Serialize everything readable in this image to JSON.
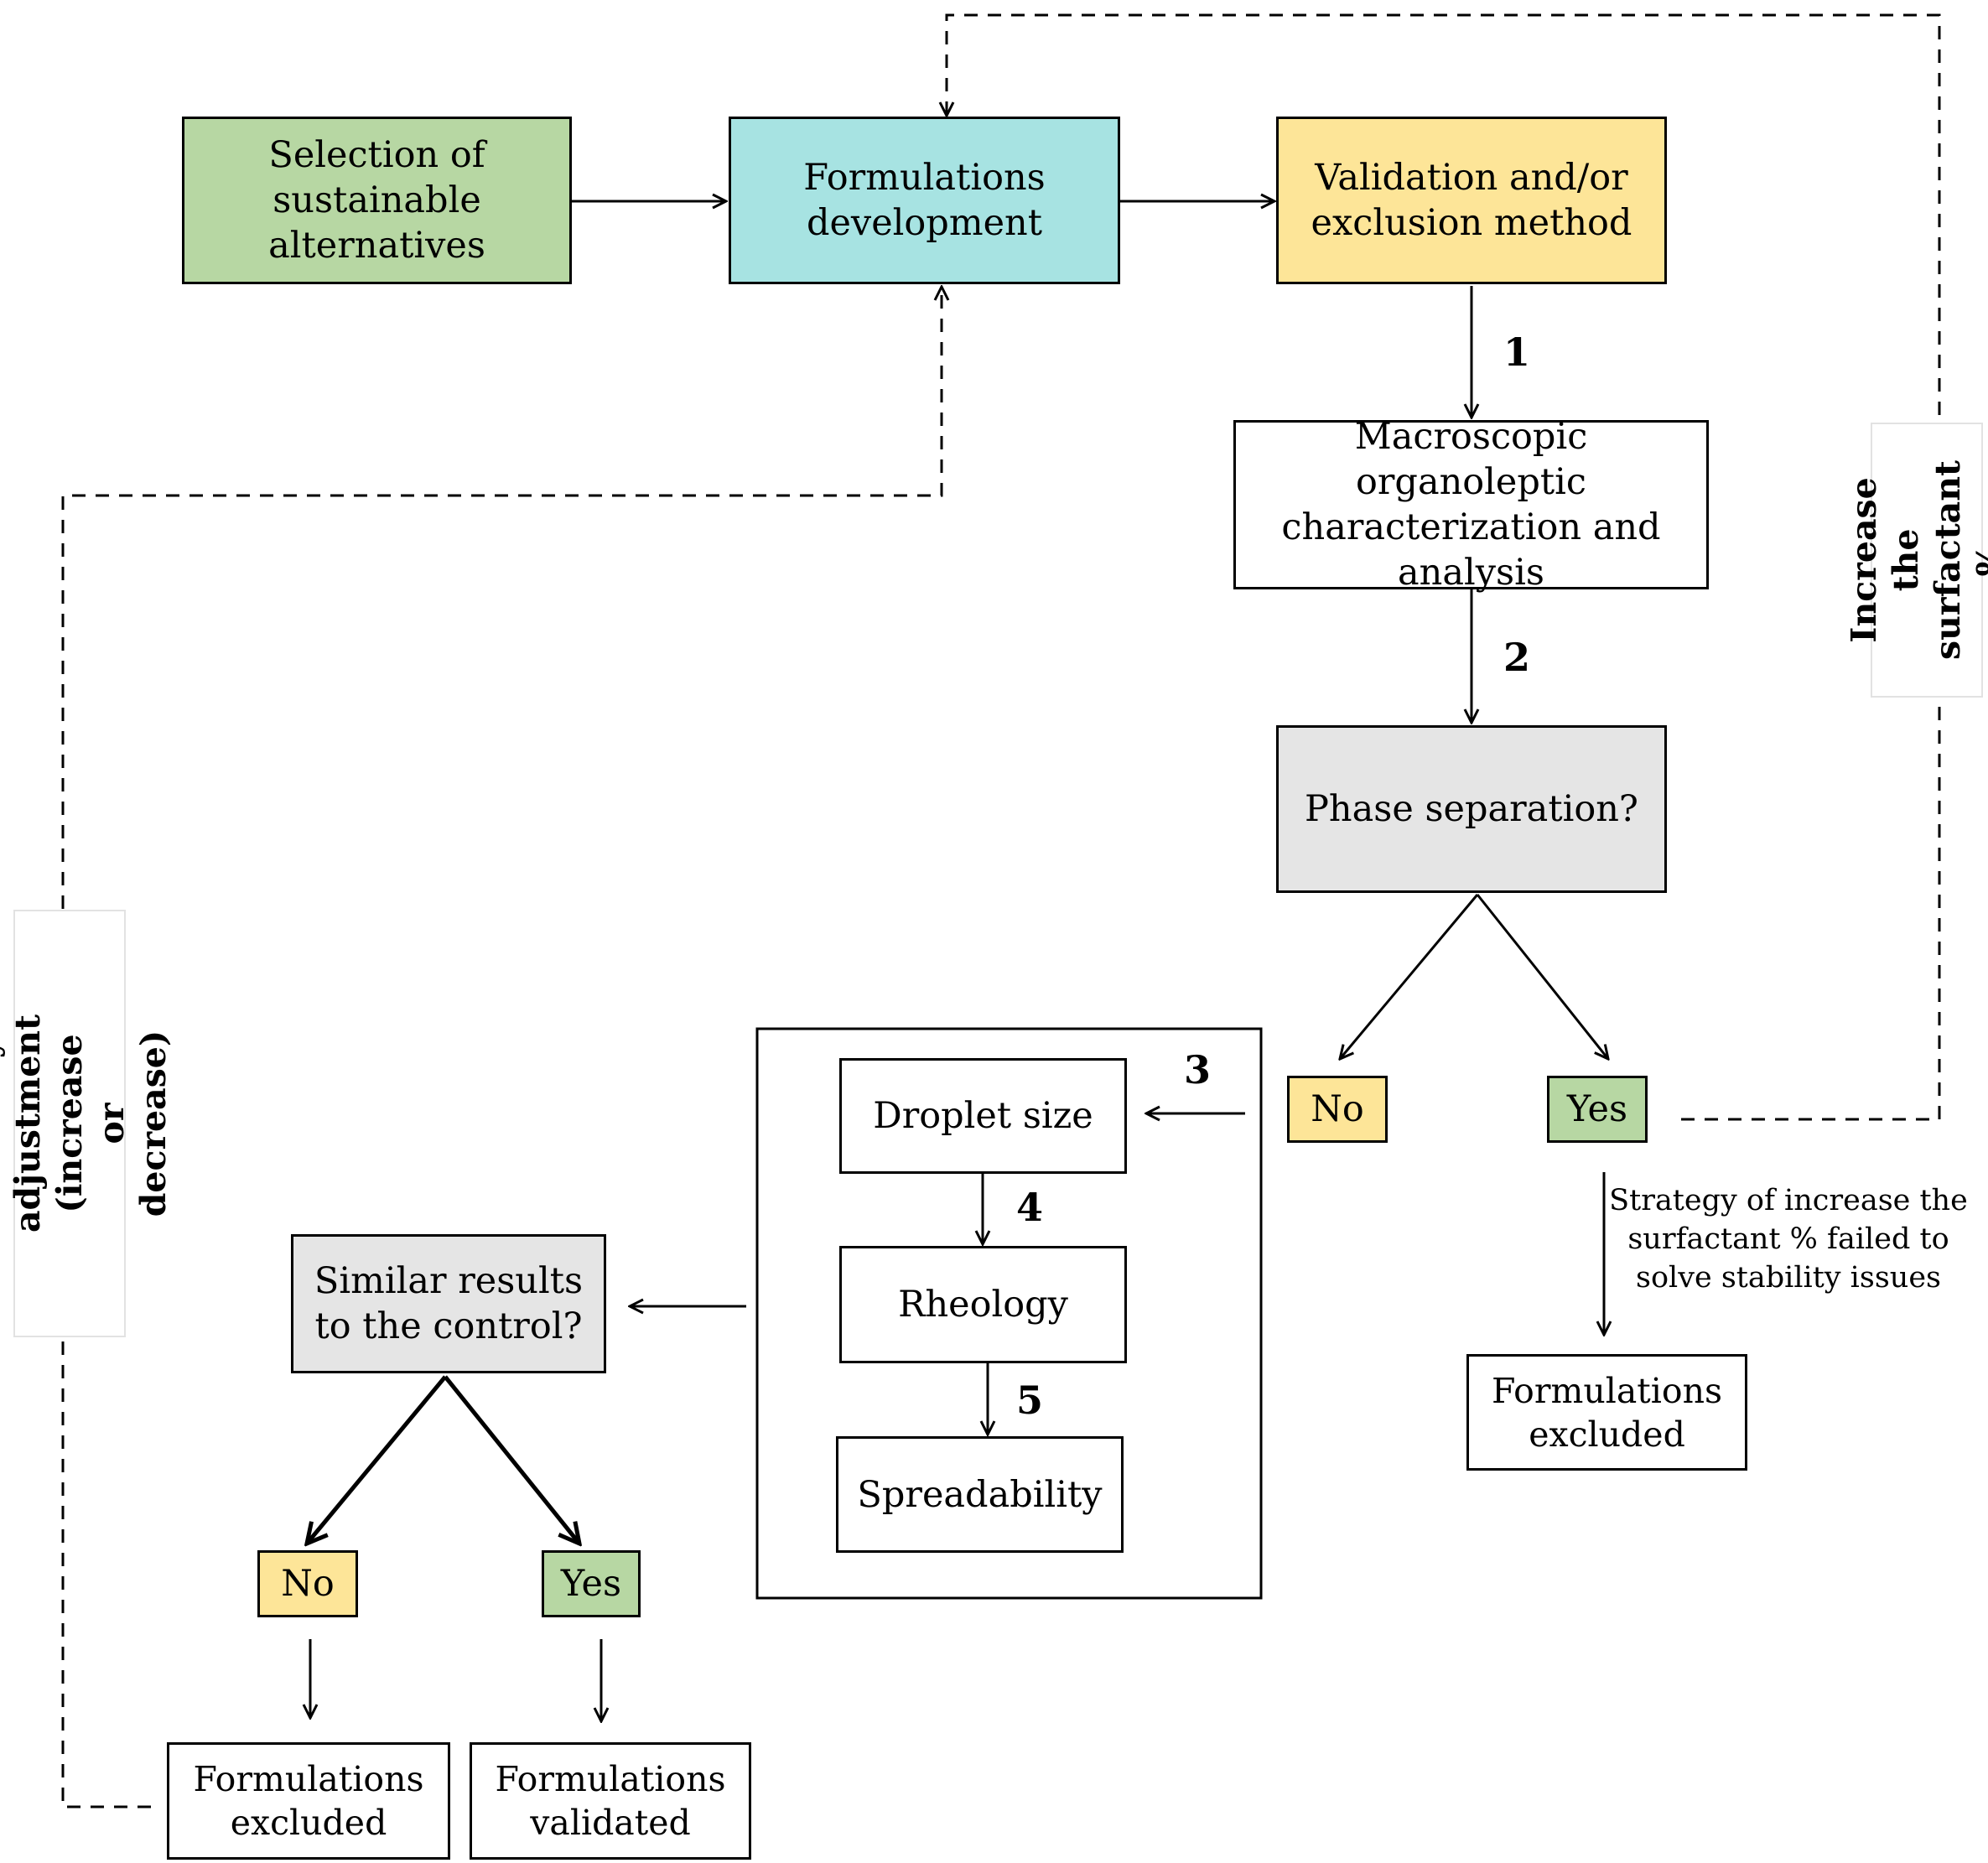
{
  "colors": {
    "green": "#b7d7a3",
    "cyan": "#a7e3e2",
    "yellow": "#fde598",
    "gray": "#e5e5e5",
    "white": "#ffffff",
    "line": "#000000"
  },
  "nodes": {
    "selection": "Selection of\nsustainable\nalternatives",
    "development": "Formulations\ndevelopment",
    "validation": "Validation and/or\nexclusion method",
    "macroscopic": "Macroscopic organoleptic\ncharacterization and\nanalysis",
    "phase": "Phase separation?",
    "phase_no": "No",
    "phase_yes": "Yes",
    "droplet": "Droplet size",
    "rheology": "Rheology",
    "spreadability": "Spreadability",
    "similar": "Similar results\nto the control?",
    "similar_no": "No",
    "similar_yes": "Yes",
    "excluded_left": "Formulations\nexcluded",
    "validated": "Formulations\nvalidated",
    "excluded_right": "Formulations\nexcluded"
  },
  "steps": [
    "1",
    "2",
    "3",
    "4",
    "5"
  ],
  "labels": {
    "surfactant": "Increase the\nsurfactant %",
    "viscosity": "Viscosity adjustment\n(increase or decrease)",
    "strategy": "Strategy of increase the\nsurfactant % failed to\nsolve stability issues"
  }
}
